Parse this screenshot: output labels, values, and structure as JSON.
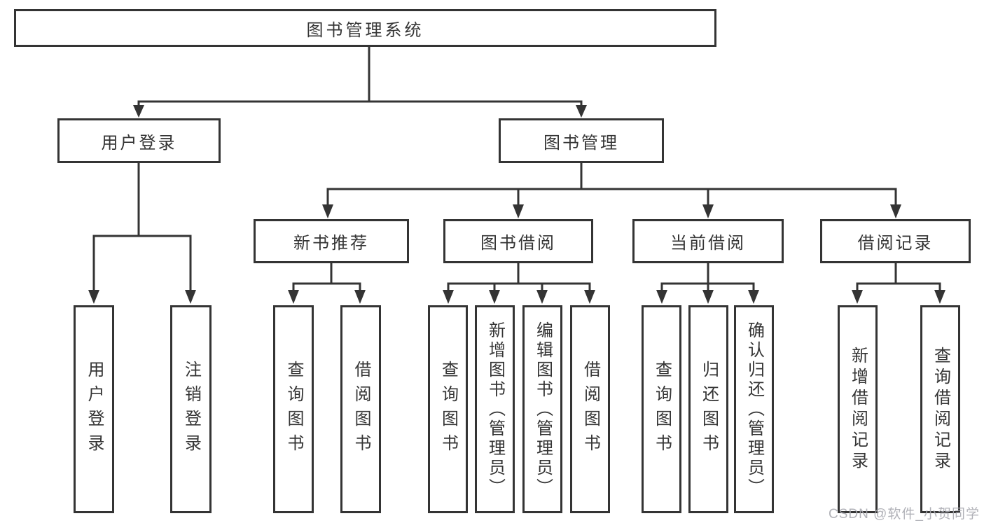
{
  "tree": {
    "label": "图书管理系统",
    "children": [
      {
        "label": "用户登录",
        "children": [
          {
            "label": "用户登录"
          },
          {
            "label": "注销登录"
          }
        ]
      },
      {
        "label": "图书管理",
        "children": [
          {
            "label": "新书推荐",
            "children": [
              {
                "label": "查询图书"
              },
              {
                "label": "借阅图书"
              }
            ]
          },
          {
            "label": "图书借阅",
            "children": [
              {
                "label": "查询图书"
              },
              {
                "label": "新增图书（管理员）"
              },
              {
                "label": "编辑图书（管理员）"
              },
              {
                "label": "借阅图书"
              }
            ]
          },
          {
            "label": "当前借阅",
            "children": [
              {
                "label": "查询图书"
              },
              {
                "label": "归还图书"
              },
              {
                "label": "确认归还（管理员）"
              }
            ]
          },
          {
            "label": "借阅记录",
            "children": [
              {
                "label": "新增借阅记录"
              },
              {
                "label": "查询借阅记录"
              }
            ]
          }
        ]
      }
    ]
  },
  "watermark": {
    "text": "CSDN @软件_小贺同学"
  },
  "colors": {
    "line": "#343434",
    "box_border": "#343434",
    "text": "#353535",
    "watermark": "#a8aab0"
  }
}
